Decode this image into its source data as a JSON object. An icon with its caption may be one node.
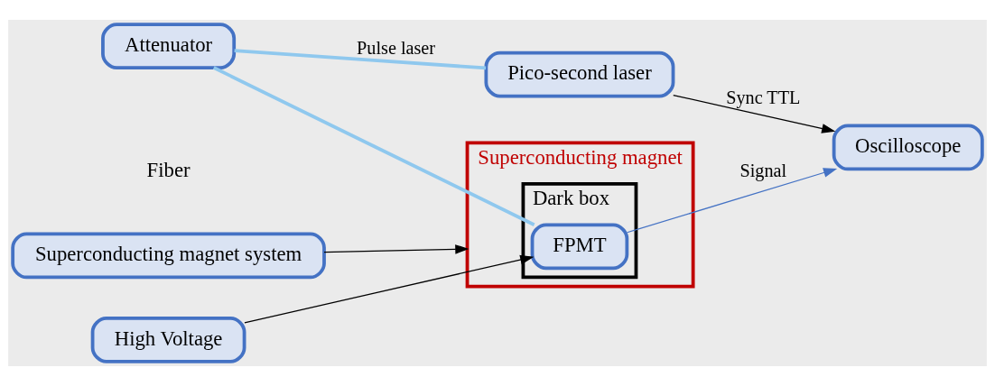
{
  "diagram": {
    "nodes": [
      {
        "text": [
          "Attenuator"
        ]
      },
      {
        "text": [
          "Pico-second laser"
        ]
      },
      {
        "text": [
          "Superconducting magnet"
        ]
      },
      {
        "text": [
          "Dark box"
        ],
        "in": 2
      },
      {
        "text": [
          "FPMT"
        ],
        "in": 3
      },
      {
        "text": [
          "Superconducting magnet system"
        ]
      },
      {
        "text": [
          "Oscilloscope"
        ]
      },
      {
        "text": [
          "High Voltage"
        ]
      }
    ],
    "edges": [
      {
        "from": 0,
        "to": 1,
        "arrow": "none",
        "label": "Pulse laser",
        "style": "thick",
        "color": "#8fc8ee"
      },
      {
        "from": 0,
        "to": 4,
        "arrow": "none",
        "style": "thick",
        "color": "#8fc8ee"
      },
      {
        "from": 1,
        "to": 6,
        "arrow": "to",
        "label": "Sync TTL"
      },
      {
        "from": 5,
        "to": 2,
        "arrow": "to"
      },
      {
        "from": 4,
        "to": 6,
        "arrow": "to",
        "label": "Signal",
        "color": "#4472c4"
      },
      {
        "from": 7,
        "to": 4,
        "arrow": "to"
      }
    ],
    "labels": [
      "Fiber"
    ]
  }
}
